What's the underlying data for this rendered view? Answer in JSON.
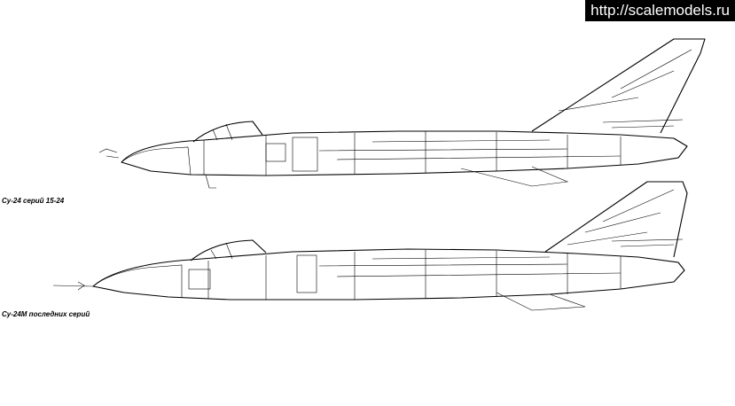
{
  "watermark": "http://scalemodels.ru",
  "captions": {
    "top": "Су-24 серий 15-24",
    "bottom": "Су-24М последних серий"
  }
}
